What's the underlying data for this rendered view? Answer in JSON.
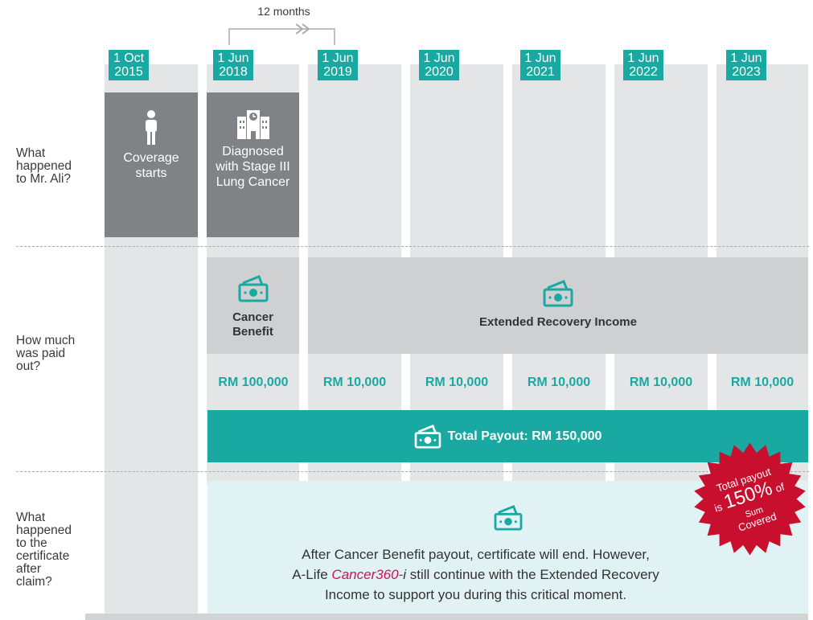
{
  "timeline": {
    "period_label": "12 months",
    "dates": [
      {
        "day": "1 Oct",
        "year": "2015"
      },
      {
        "day": "1 Jun",
        "year": "2018"
      },
      {
        "day": "1 Jun",
        "year": "2019"
      },
      {
        "day": "1 Jun",
        "year": "2020"
      },
      {
        "day": "1 Jun",
        "year": "2021"
      },
      {
        "day": "1 Jun",
        "year": "2022"
      },
      {
        "day": "1 Jun",
        "year": "2023"
      }
    ]
  },
  "rows": {
    "what_happened": "What happened to Mr. Ali?",
    "how_much": "How much was paid out?",
    "certificate": "What happened to the certificate after claim?"
  },
  "events": {
    "coverage": {
      "label": "Coverage starts",
      "icon": "person-icon"
    },
    "diagnosis": {
      "label": "Diagnosed with Stage III Lung Cancer",
      "icon": "hospital-icon"
    }
  },
  "benefits": {
    "cancer_benefit": {
      "label": "Cancer Benefit",
      "icon": "cash-icon"
    },
    "extended_recovery": {
      "label": "Extended Recovery Income",
      "icon": "cash-icon"
    }
  },
  "amounts": [
    "RM 100,000",
    "RM 10,000",
    "RM 10,000",
    "RM 10,000",
    "RM 10,000",
    "RM 10,000"
  ],
  "total_payout": "Total Payout: RM 150,000",
  "certificate_text": {
    "line1": "After Cancer Benefit payout, certificate will end. However,",
    "brand_prefix": "A-Life ",
    "brand_name": "Cancer360-",
    "brand_suffix": "i",
    "line2_rest": " still continue with the Extended Recovery",
    "line3": "Income to support you during this critical moment."
  },
  "badge": {
    "line1": "Total payout",
    "pre": "is",
    "percent": "150%",
    "post": "of",
    "line3": "Sum",
    "line4": "Covered"
  },
  "colors": {
    "teal": "#1aa9a2",
    "dark_grey": "#818285",
    "light_grey": "#cfd0d2",
    "badge_red": "#c8102e",
    "brand_pink": "#d0105a"
  }
}
